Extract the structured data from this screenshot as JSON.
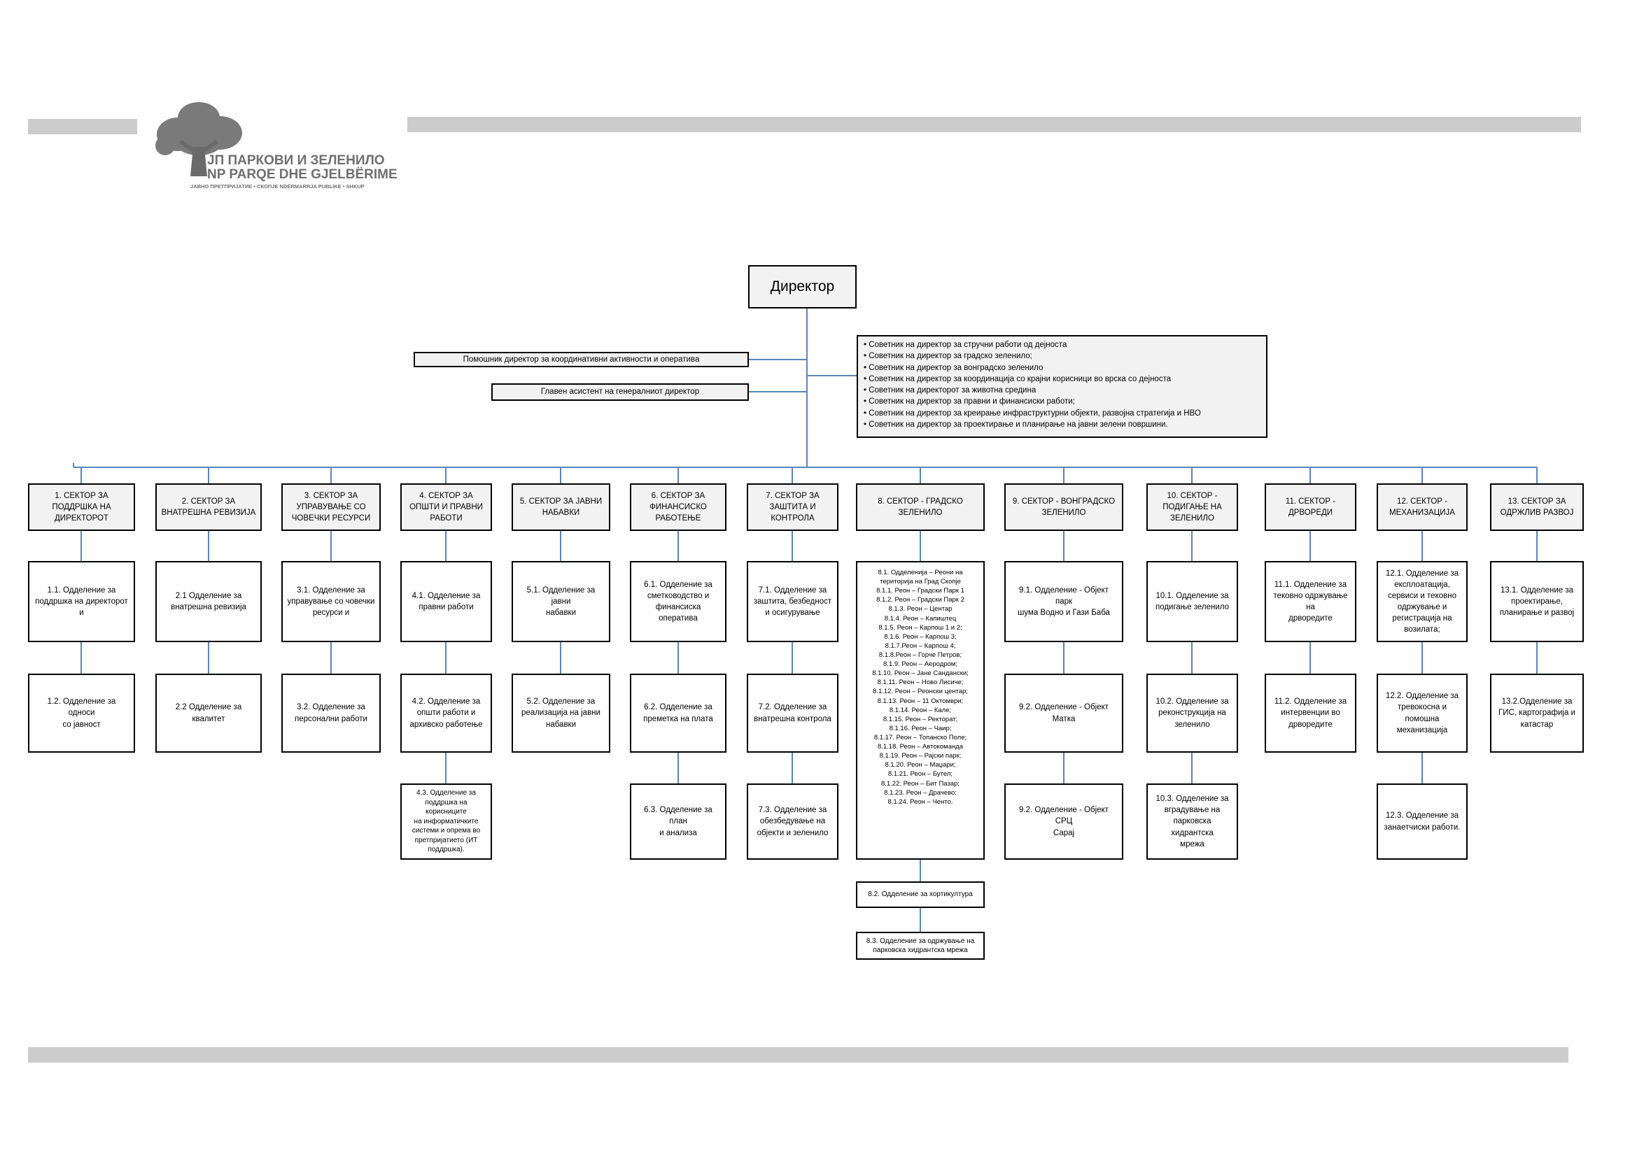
{
  "logo": {
    "line1": "ЈП ПАРКОВИ И ЗЕЛЕНИЛО",
    "line2": "NP PARQE DHE GJELBËRIME",
    "line3": "ЈАВНО ПРЕТПРИЈАТИЕ • СКОПЈЕ NDËRMARRJA PUBLIKE • SHKUP"
  },
  "director": "Директор",
  "assistants": {
    "deputy": "Помошник директор за координативни активности и оперативa",
    "chief_assistant": "Главен асистент на генералниот директор"
  },
  "advisors": [
    "• Советник на директор за стручни работи од дејноста",
    "• Советник на директор за градско  зеленило;",
    "• Советник на директор за вонградско зеленило",
    "• Советник на директор за координација со крајни корисници во врска со дејноста",
    "• Советник на директорот за животна средина",
    "• Советник на директор за правни и финансиски работи;",
    "• Советник на директор за креирање инфраструктурни објекти, развојна стратегија и НВО",
    "• Советник на директор за проектирање и планирање на јавни зелени површини."
  ],
  "sectors": [
    {
      "title": "1. СЕКТОР ЗА\nПОДДРШКА НА\nДИРЕКТОРОТ",
      "departments": [
        "1.1. Одделение за\nподдршка на директорот и",
        "1.2. Одделение за односи\nсо јавност"
      ]
    },
    {
      "title": "2. СЕКТОР ЗА\nВНАТРЕШНА РЕВИЗИЈА",
      "departments": [
        "2.1 Одделение за\nвнатрешна ревизија",
        "2.2 Одделение за\nквалитет"
      ]
    },
    {
      "title": "3. СЕКТОР ЗА\nУПРАВУВАЊЕ СО\nЧОВЕЧКИ РЕСУРСИ",
      "departments": [
        "3.1. Одделение за\nуправување со човечки\nресурси и",
        "3.2. Одделение за\nперсонални работи"
      ]
    },
    {
      "title": "4. СЕКТОР ЗА\nОПШТИ И ПРАВНИ\nРАБОТИ",
      "departments": [
        "4.1. Одделение за\nправни работи",
        "4.2. Одделение за\nопшти работи и\nархивско работење",
        "4.3. Одделение за\nподдршка на корисниците\nна информатичките\nсистеми и опрема во\nпретпријатието (ИТ\nподдршка)."
      ]
    },
    {
      "title": "5. СЕКТОР ЗА ЈАВНИ\nНАБАВКИ",
      "departments": [
        "5.1. Одделение за јавни\nнабавки",
        "5.2. Одделение за\nреализација на јавни\nнабавки"
      ]
    },
    {
      "title": "6. СЕКТОР ЗА\nФИНАНСИСКО\nРАБОТЕЊЕ",
      "departments": [
        "6.1. Одделение за\nсметководство и\nфинансиска оперативa",
        "6.2. Одделение за\nпреметка на плата",
        "6.3. Одделение за план\nи анализа"
      ]
    },
    {
      "title": "7. СЕКТОР ЗА\nЗАШТИТА И\nКОНТРОЛА",
      "departments": [
        "7.1. Одделение за\nзаштита, безбедност\nи осигурување",
        "7.2. Одделение за\nвнатрешна контрола",
        "7.3. Одделение за\nобезбедување на\nобјекти и зеленило"
      ]
    },
    {
      "title": "8. СЕКТОР  - ГРАДСКО\nЗЕЛЕНИЛО",
      "departments": [
        "8.1. Одделенија – Реони на\nтериторија на Град Скопје\n8.1.1. Реон – Градски Парк 1\n8.1.2. Реон – Градски Парк 2\n8.1.3. Реон – Центар\n8.1.4. Реон – Капиштец\n8.1.5. Реон – Карпош 1 и 2;\n8.1.6. Реон – Карпош 3;\n8.1.7.Реон – Карпош 4;\n8.1.8.Реон – Горче Петров;\n8.1.9. Реон – Аеродром;\n8.1.10. Реон – Јане Сандански;\n8.1.11. Реон – Ново Лисиче;\n8.1.12. Реон – Реонски центар;\n8.1.13. Реон – 11 Октомври;\n8.1.14. Реон – Кале;\n8.1.15. Реон – Ректорат;\n8.1.16. Реон – Чаир;\n8.1.17. Реон – Топанско Поле;\n8.1.18. Реон – Автокоманда\n8.1.19. Реон – Рајски парк;\n8.1.20. Реон – Маџари;\n8.1.21. Реон – Бутел;\n8.1.22. Реон – Бит Пазар;\n8.1.23. Реон – Драчево;\n8.1.24. Реон – Ченто.",
        "8.2. Одделение за хортикултура",
        "8.3. Одделение за одржување на\nпарковска хидрантска мрежа"
      ]
    },
    {
      "title": "9. СЕКТОР - ВОНГРАДСКО\nЗЕЛЕНИЛО",
      "departments": [
        "9.1. Одделение - Објект парк\nшума Водно и Гази Баба",
        "9.2. Одделение - Објект\nМатка",
        "9.2. Одделение - Објект СРЦ\nСарај"
      ]
    },
    {
      "title": "10. СЕКТОР -\nПОДИГАЊЕ НА\nЗЕЛЕНИЛО",
      "departments": [
        "10.1. Одделение за\nподигање зеленило",
        "10.2. Одделение за\nреконструкција на\nзеленило",
        "10.3. Одделение за\nвградување на\nпарковска хидрантска\nмрежа"
      ]
    },
    {
      "title": "11. СЕКТОР -\nДРВОРЕДИ",
      "departments": [
        "11.1. Одделение за\nтековно одржување на\nдрворедите",
        "11.2. Одделение за\nинтервенции во\nдрворедите"
      ]
    },
    {
      "title": "12. СЕКТОР -\nМЕХАНИЗАЦИЈА",
      "departments": [
        "12.1. Одделение за\nексплоатација,\nсервиси и тековно\nодржување и\nрегистрација на\nвозилата;",
        "12.2. Одделение за\nтревокосна и помошна\nмеханизација",
        "12.3. Одделение за\nзанаетчиски работи."
      ]
    },
    {
      "title": "13. СЕКТОР ЗА\nОДРЖЛИВ РАЗВОЈ",
      "departments": [
        "13.1. Одделение за\nпроектирање,\nпланирање и развој",
        "13.2.Одделение за\nГИС, картографија и\nкатастар"
      ]
    }
  ],
  "colors": {
    "connector": "#5b86b8",
    "header_bar": "#cccccc",
    "box_fill": "#f2f2f2",
    "logo_gray": "#6f6f6f"
  },
  "icons": [
    "tree-logo-icon"
  ]
}
